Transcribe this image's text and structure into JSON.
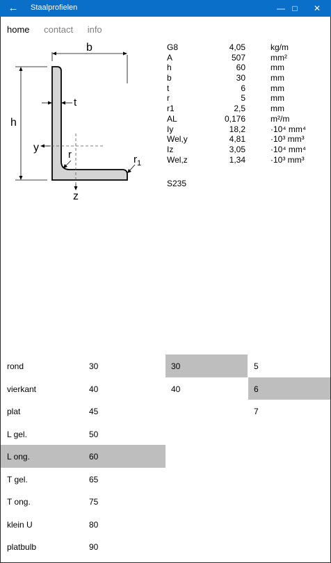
{
  "window": {
    "title": "Staalprofielen",
    "back_icon": "arrow-left-icon",
    "minimize_icon": "minimize-icon",
    "maximize_icon": "maximize-icon",
    "close_icon": "close-icon",
    "accent": "#0a6fc8"
  },
  "nav": {
    "home": "home",
    "contact": "contact",
    "info": "info"
  },
  "diagram": {
    "b": "b",
    "h": "h",
    "t": "t",
    "r": "r",
    "r1": "r",
    "r1_sub": "1",
    "y": "y",
    "z": "z"
  },
  "props": [
    {
      "name": "G8",
      "value": "4,05",
      "unit": "kg/m"
    },
    {
      "name": "A",
      "value": "507",
      "unit": "mm²"
    },
    {
      "name": "h",
      "value": "60",
      "unit": "mm"
    },
    {
      "name": "b",
      "value": "30",
      "unit": "mm"
    },
    {
      "name": "t",
      "value": "6",
      "unit": "mm"
    },
    {
      "name": "r",
      "value": "5",
      "unit": "mm"
    },
    {
      "name": "r1",
      "value": "2,5",
      "unit": "mm"
    },
    {
      "name": "AL",
      "value": "0,176",
      "unit": "m²/m"
    },
    {
      "name": "Iy",
      "value": "18,2",
      "unit": "·10⁴ mm⁴"
    },
    {
      "name": "Wel,y",
      "value": "4,81",
      "unit": "·10³ mm³"
    },
    {
      "name": "Iz",
      "value": "3,05",
      "unit": "·10⁴ mm⁴"
    },
    {
      "name": "Wel,z",
      "value": "1,34",
      "unit": "·10³ mm³"
    }
  ],
  "grade": "S235",
  "categories": [
    {
      "name": "rond",
      "value": "30"
    },
    {
      "name": "vierkant",
      "value": "40"
    },
    {
      "name": "plat",
      "value": "45"
    },
    {
      "name": "L gel.",
      "value": "50"
    },
    {
      "name": "L ong.",
      "value": "60"
    },
    {
      "name": "T gel.",
      "value": "65"
    },
    {
      "name": "T ong.",
      "value": "75"
    },
    {
      "name": "klein U",
      "value": "80"
    },
    {
      "name": "platbulb",
      "value": "90"
    }
  ],
  "sizes": [
    "30",
    "40"
  ],
  "thickness": [
    "5",
    "6",
    "7"
  ],
  "selection": {
    "category": "L ong.",
    "size": "30",
    "thickness": "6"
  },
  "colors": {
    "selected": "#bebebe",
    "profile_fill": "#d4d4d4"
  }
}
